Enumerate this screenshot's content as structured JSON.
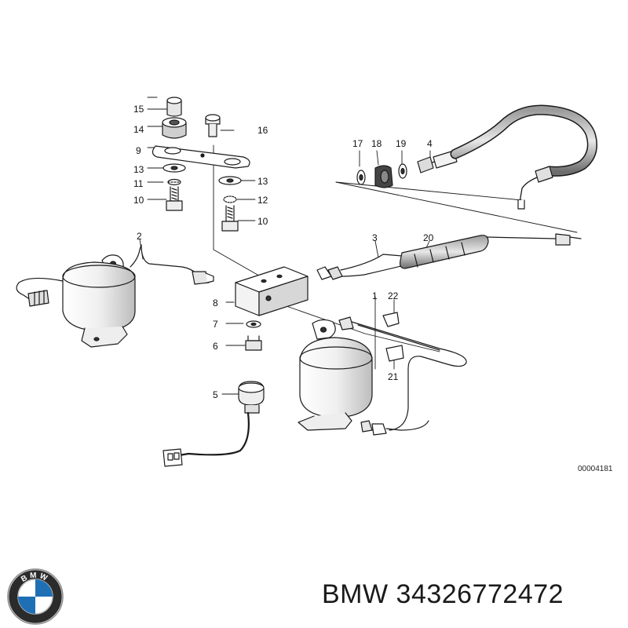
{
  "diagram": {
    "reference_code": "00004181",
    "callouts": {
      "c15": "15",
      "c14": "14",
      "c9": "9",
      "c13a": "13",
      "c11": "11",
      "c10a": "10",
      "c16": "16",
      "c13b": "13",
      "c12": "12",
      "c10b": "10",
      "c17": "17",
      "c18": "18",
      "c19": "19",
      "c4": "4",
      "c2": "2",
      "c3": "3",
      "c20": "20",
      "c8": "8",
      "c7": "7",
      "c6": "6",
      "c5": "5",
      "c1": "1",
      "c22": "22",
      "c21": "21"
    }
  },
  "footer": {
    "brand": "BMW",
    "part_number": "34326772472",
    "logo_letters": "BMW",
    "accent_color": "#1f6fb5"
  }
}
